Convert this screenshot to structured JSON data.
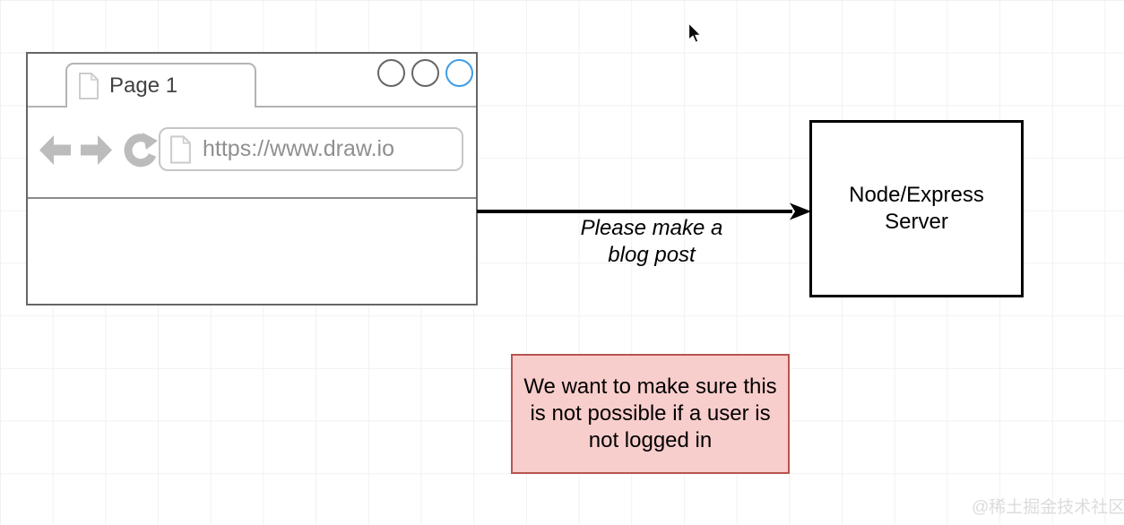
{
  "colors": {
    "note_fill": "#f8cecc",
    "note_border": "#b85450",
    "window_button_blue": "#3e9de6",
    "grid_line": "#f1f1f1",
    "arrow_color": "#000000"
  },
  "browser": {
    "tab_label": "Page 1",
    "url": "https://www.draw.io",
    "icons": {
      "tab_page_icon": "document-page",
      "url_page_icon": "document-page",
      "back_icon": "back-block-arrow",
      "forward_icon": "forward-block-arrow",
      "refresh_icon": "refresh-circular-arrow",
      "window_buttons": "circle, circle, circle-blue"
    }
  },
  "edge": {
    "label_line1": "Please make a",
    "label_line2": "blog post"
  },
  "server": {
    "label_line1": "Node/Express",
    "label_line2": "Server"
  },
  "note": {
    "line1": "We want to make sure this",
    "line2": "is not possible if a user is",
    "line3": "not logged in"
  },
  "watermark": "@稀土掘金技术社区",
  "cursor": "arrow-pointer"
}
